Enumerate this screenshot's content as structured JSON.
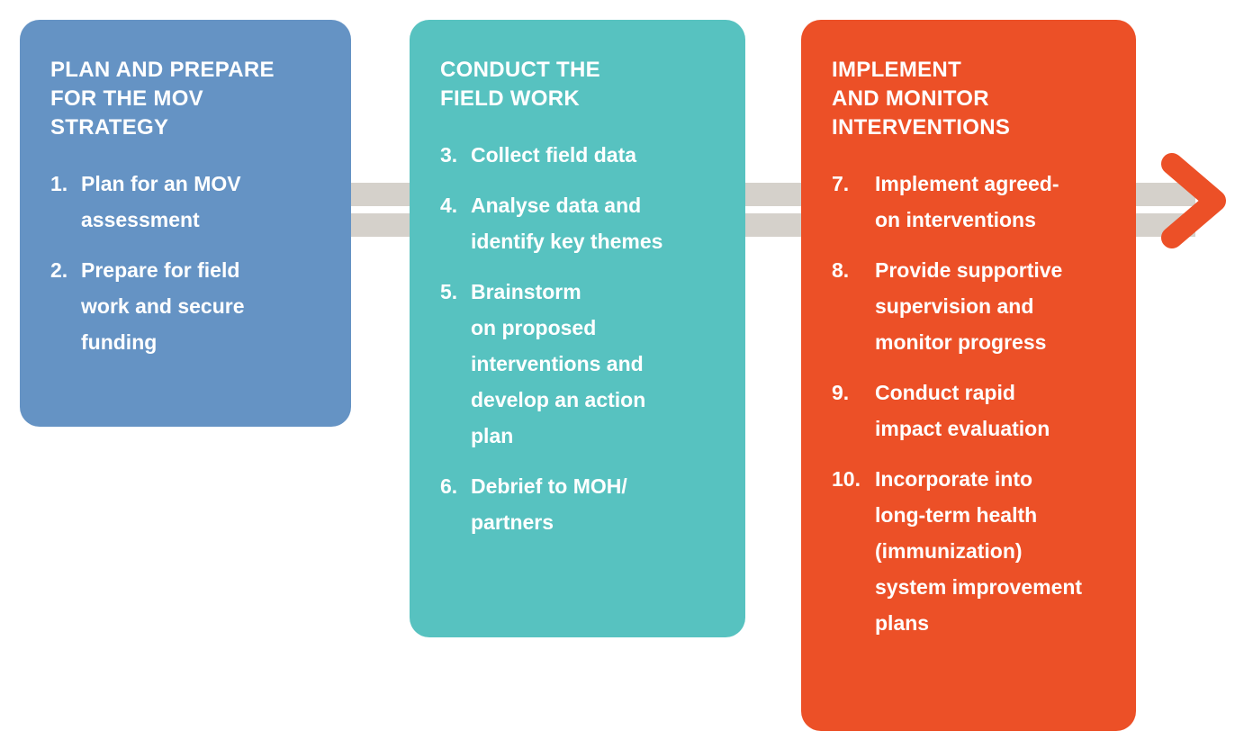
{
  "diagram": {
    "title": "MOV strategy three-stage process flow",
    "colors": {
      "stage1": "#6593c4",
      "stage2": "#57c2c0",
      "stage3": "#ec5027",
      "connector": "#d5d1cb",
      "text": "#ffffff"
    },
    "stages": [
      {
        "id": "plan-and-prepare",
        "title": "PLAN AND PREPARE\nFOR THE MOV\nSTRATEGY",
        "color": "#6593c4",
        "steps": [
          {
            "num": "1.",
            "text": "Plan for an MOV\nassessment"
          },
          {
            "num": "2.",
            "text": "Prepare for field\nwork and secure\nfunding"
          }
        ]
      },
      {
        "id": "conduct-field-work",
        "title": "CONDUCT THE\nFIELD WORK",
        "color": "#57c2c0",
        "steps": [
          {
            "num": "3.",
            "text": "Collect field data"
          },
          {
            "num": "4.",
            "text": "Analyse data and\nidentify key themes"
          },
          {
            "num": "5.",
            "text": "Brainstorm\non proposed\ninterventions  and\ndevelop an action\nplan"
          },
          {
            "num": "6.",
            "text": "Debrief to MOH/\npartners"
          }
        ]
      },
      {
        "id": "implement-and-monitor",
        "title": "IMPLEMENT\nAND MONITOR\nINTERVENTIONS",
        "color": "#ec5027",
        "steps": [
          {
            "num": "7.",
            "text": "Implement agreed-\non interventions"
          },
          {
            "num": "8.",
            "text": "Provide supportive\nsupervision and\nmonitor progress"
          },
          {
            "num": "9.",
            "text": "Conduct rapid\nimpact evaluation"
          },
          {
            "num": "10.",
            "text": "Incorporate into\nlong-term  health\n(immunization)\nsystem improvement\nplans"
          }
        ]
      }
    ],
    "connectors": [
      {
        "id": "connector-stage1-stage2"
      },
      {
        "id": "connector-stage2-stage3"
      },
      {
        "id": "connector-stage3-end"
      }
    ],
    "arrow_head": {
      "id": "flow-arrow-head",
      "color": "#ec5027"
    }
  }
}
